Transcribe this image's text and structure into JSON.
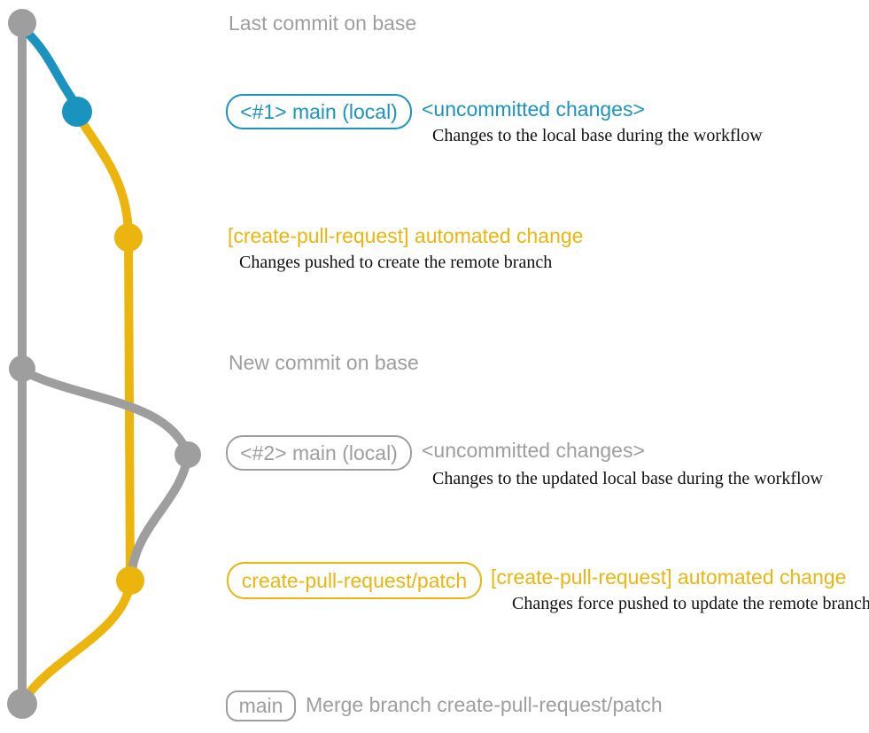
{
  "colors": {
    "gray": "#9e9e9e",
    "blue": "#1a94be",
    "yellow": "#ecb50e",
    "caption_text": "#111111",
    "background": "#ffffff"
  },
  "diagram": {
    "rows": [
      {
        "message": "Last commit on base"
      },
      {
        "badge": "<#1> main (local)",
        "message": "<uncommitted changes>",
        "caption": "Changes to the local base during the workflow"
      },
      {
        "message": "[create-pull-request] automated change",
        "caption": "Changes pushed to create the remote branch"
      },
      {
        "message": "New commit on base"
      },
      {
        "badge": "<#2> main (local)",
        "message": "<uncommitted changes>",
        "caption": "Changes to the updated local base during the workflow"
      },
      {
        "badge": "create-pull-request/patch",
        "message": "[create-pull-request] automated change",
        "caption": "Changes force pushed to update the remote branch"
      },
      {
        "badge": "main",
        "message": "Merge branch create-pull-request/patch"
      }
    ]
  }
}
